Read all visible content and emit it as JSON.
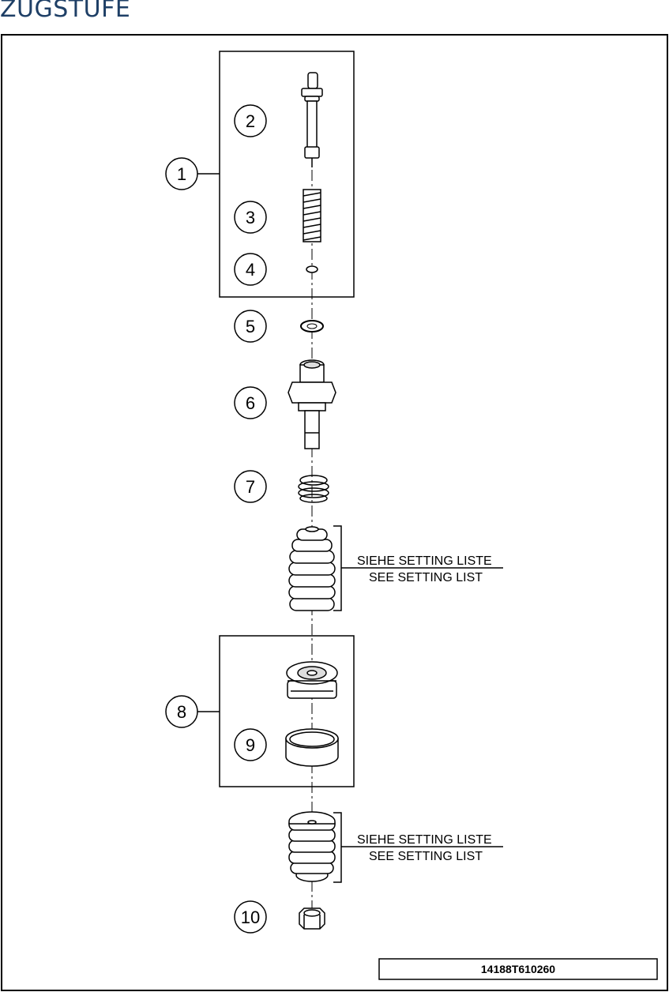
{
  "header": {
    "title": "ZUGSTUFE"
  },
  "callouts": [
    "1",
    "2",
    "3",
    "4",
    "5",
    "6",
    "7",
    "8",
    "9",
    "10"
  ],
  "notes": [
    {
      "line1": "SIEHE SETTING LISTE",
      "line2": "SEE SETTING LIST"
    },
    {
      "line1": "SIEHE SETTING LISTE",
      "line2": "SEE SETTING LIST"
    }
  ],
  "footer": {
    "doc_number": "14188T610260"
  }
}
